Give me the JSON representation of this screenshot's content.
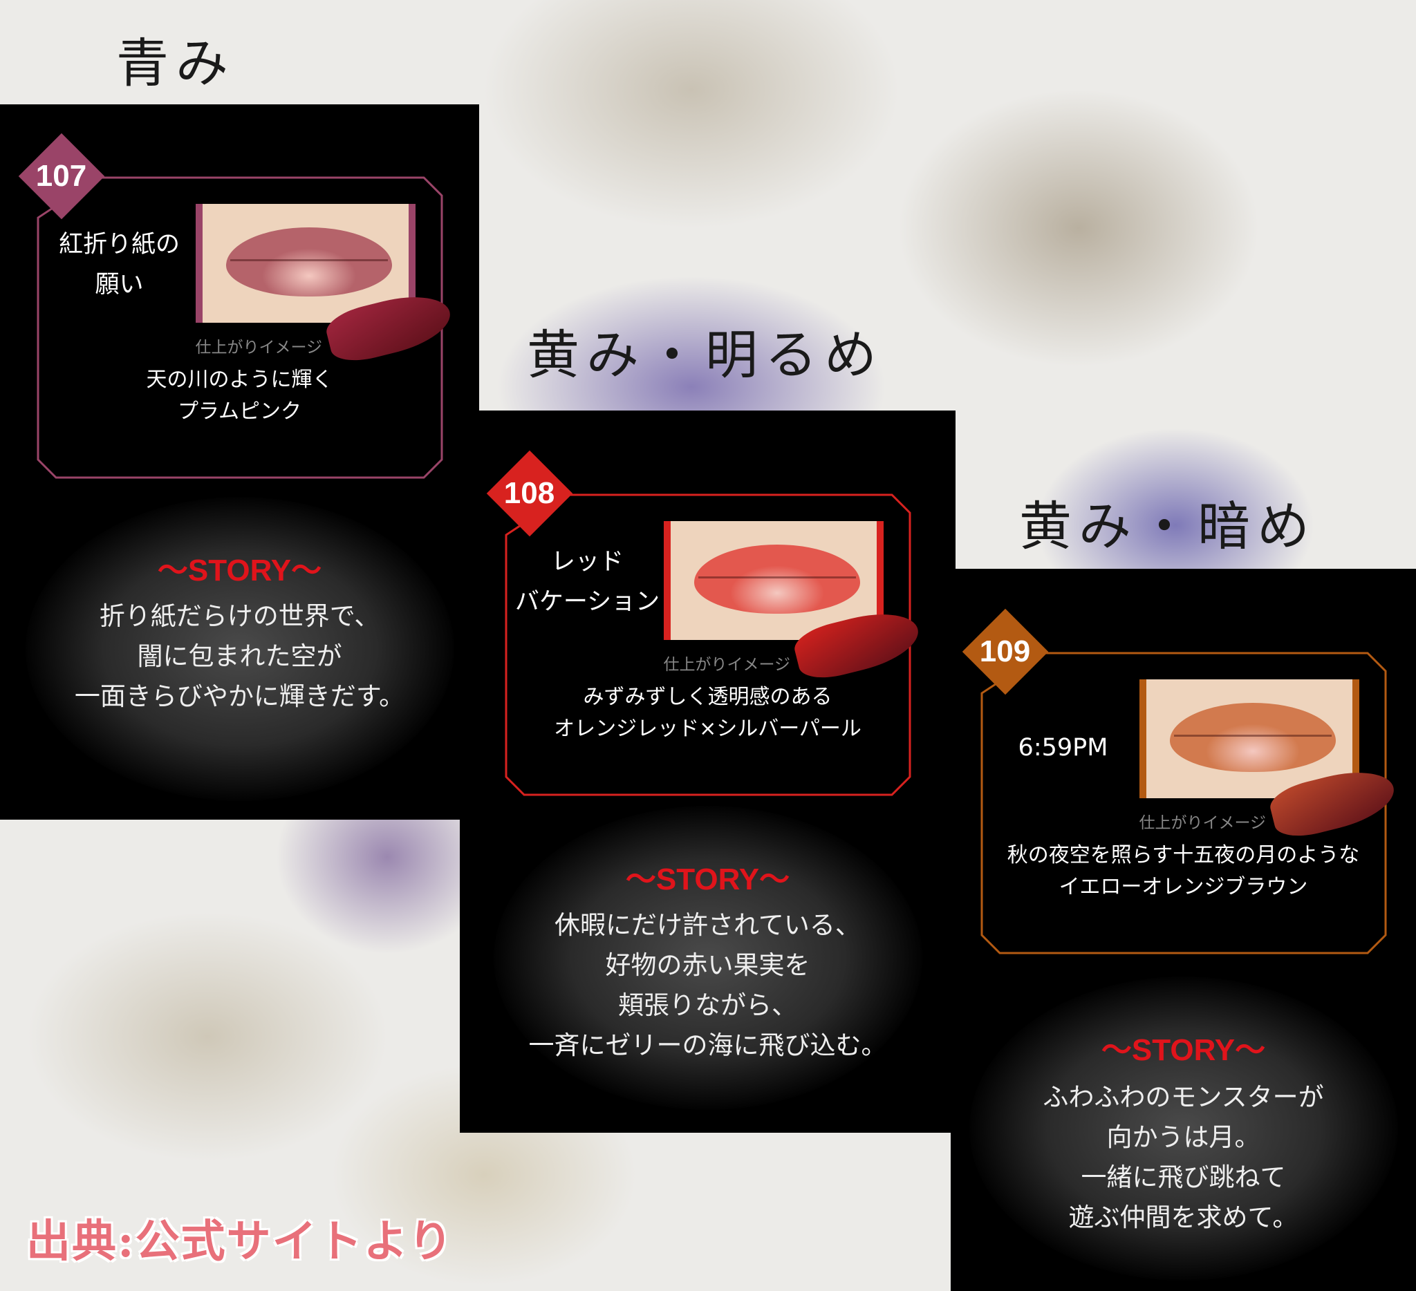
{
  "headings": [
    "青み",
    "黄み・明るめ",
    "黄み・暗め"
  ],
  "credit": "出典:公式サイトより",
  "shades": [
    {
      "number": "107",
      "name": [
        "紅折り紙の",
        "願い"
      ],
      "caption": "仕上がりイメージ",
      "description": [
        "天の川のように輝く",
        "プラムピンク"
      ],
      "story_title": "〜STORY〜",
      "story": [
        "折り紙だらけの世界で、",
        "闇に包まれた空が",
        "一面きらびやかに輝きだす。"
      ],
      "accent": "#9a4468",
      "lip": "#b5636a",
      "swatch": "#a3263f"
    },
    {
      "number": "108",
      "name": [
        "レッド",
        "バケーション"
      ],
      "caption": "仕上がりイメージ",
      "description": [
        "みずみずしく透明感のある",
        "オレンジレッド×シルバーパール"
      ],
      "story_title": "〜STORY〜",
      "story": [
        "休暇にだけ許されている、",
        "好物の赤い果実を",
        "頬張りながら、",
        "一斉にゼリーの海に飛び込む。"
      ],
      "accent": "#d8221f",
      "lip": "#e3584e",
      "swatch": "#d7221e"
    },
    {
      "number": "109",
      "name": [
        "6:59PM"
      ],
      "caption": "仕上がりイメージ",
      "description": [
        "秋の夜空を照らす十五夜の月のような",
        "イエローオレンジブラウン"
      ],
      "story_title": "〜STORY〜",
      "story": [
        "ふわふわのモンスターが",
        "向かうは月。",
        "一緒に飛び跳ねて",
        "遊ぶ仲間を求めて。"
      ],
      "accent": "#b35a12",
      "lip": "#d27a4e",
      "swatch": "#c04a2c"
    }
  ]
}
